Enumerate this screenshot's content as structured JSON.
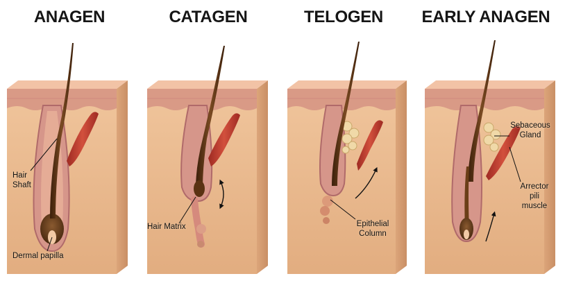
{
  "stages": [
    {
      "title": "ANAGEN"
    },
    {
      "title": "CATAGEN"
    },
    {
      "title": "TELOGEN"
    },
    {
      "title": "EARLY ANAGEN"
    }
  ],
  "labels": {
    "hair_shaft": "Hair Shaft",
    "dermal_papilla": "Dermal papilla",
    "hair_matrix": "Hair Matrix",
    "epithelial_column": "Epithelial Column",
    "sebaceous_gland": "Sebaceous Gland",
    "arrector_pili_muscle": "Arrector pili muscle"
  },
  "colors": {
    "dermis": "#e9b98c",
    "epidermis": "#d99a86",
    "hair": "#5a3213",
    "muscle": "#c0392b",
    "sheath": "#c97a7a",
    "gland": "#f0d9a8"
  }
}
